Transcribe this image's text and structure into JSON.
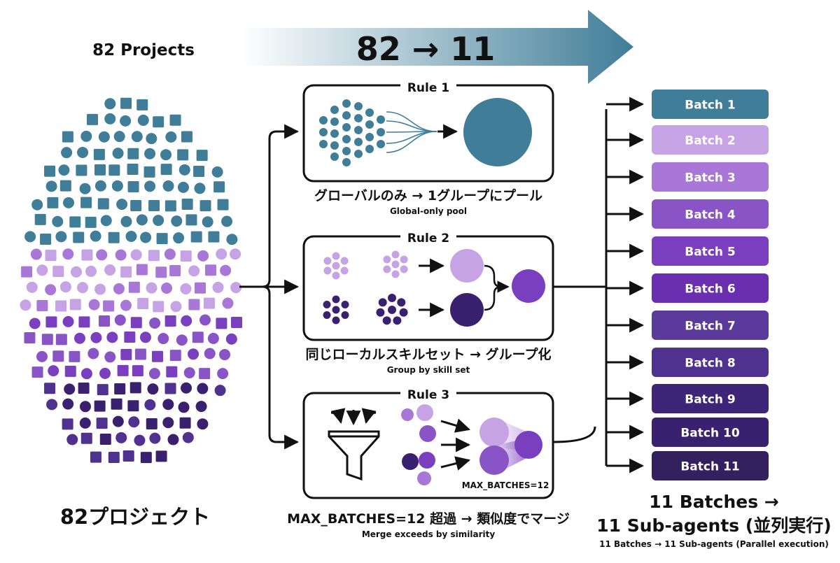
{
  "header": {
    "projects_label": "82 Projects",
    "reduction_label": "82 → 11"
  },
  "left": {
    "caption": "82プロジェクト"
  },
  "rules": [
    {
      "title": "Rule 1",
      "caption_ja": "グローバルのみ → 1グループにプール",
      "caption_en": "Global-only pool"
    },
    {
      "title": "Rule 2",
      "caption_ja": "同じローカルスキルセット → グループ化",
      "caption_en": "Group by skill set"
    },
    {
      "title": "Rule 3",
      "caption_ja": "MAX_BATCHES=12 超過 → 類似度でマージ",
      "caption_en": "Merge exceeds by similarity",
      "inner_label": "MAX_BATCHES=12"
    }
  ],
  "batches": [
    {
      "label": "Batch 1",
      "color": "#3f7d98"
    },
    {
      "label": "Batch 2",
      "color": "#c5a3e4"
    },
    {
      "label": "Batch 3",
      "color": "#a877d8"
    },
    {
      "label": "Batch 4",
      "color": "#8955c6"
    },
    {
      "label": "Batch 5",
      "color": "#7a3fbf"
    },
    {
      "label": "Batch 6",
      "color": "#6a2fb1"
    },
    {
      "label": "Batch 7",
      "color": "#5a3b9c"
    },
    {
      "label": "Batch 8",
      "color": "#4f3290"
    },
    {
      "label": "Batch 9",
      "color": "#3f2578"
    },
    {
      "label": "Batch 10",
      "color": "#3a2170"
    },
    {
      "label": "Batch 11",
      "color": "#33205f"
    }
  ],
  "result": {
    "line1": "11 Batches →",
    "line2": "11 Sub-agents (並列実行)",
    "line3": "11 Batches → 11 Sub-agents (Parallel execution)"
  },
  "colors": {
    "teal": "#3f7d98",
    "lavender": "#c5a3e4",
    "purple": "#7a3fbf",
    "dark_purple": "#3a2170",
    "line": "#111111"
  }
}
